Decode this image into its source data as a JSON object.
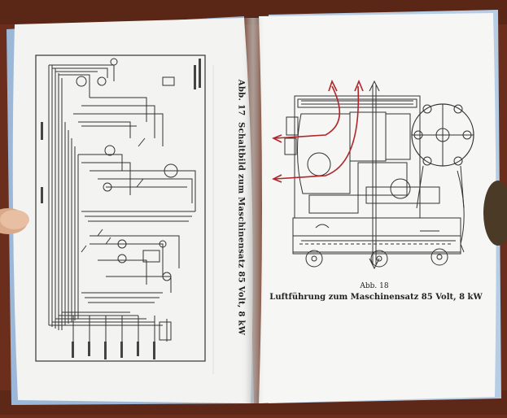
{
  "left_page": {
    "figure_number": "Abb. 17",
    "caption": "Schaltbild zum Maschinensatz 85 Volt, 8 kW"
  },
  "right_page": {
    "figure_number": "Abb. 18",
    "caption": "Luftführung zum Maschinensatz 85 Volt, 8 kW"
  },
  "colors": {
    "table": "#6b2e1c",
    "paper": "#f4f4f2",
    "ink": "#333333",
    "airflow": "#b0252a"
  }
}
